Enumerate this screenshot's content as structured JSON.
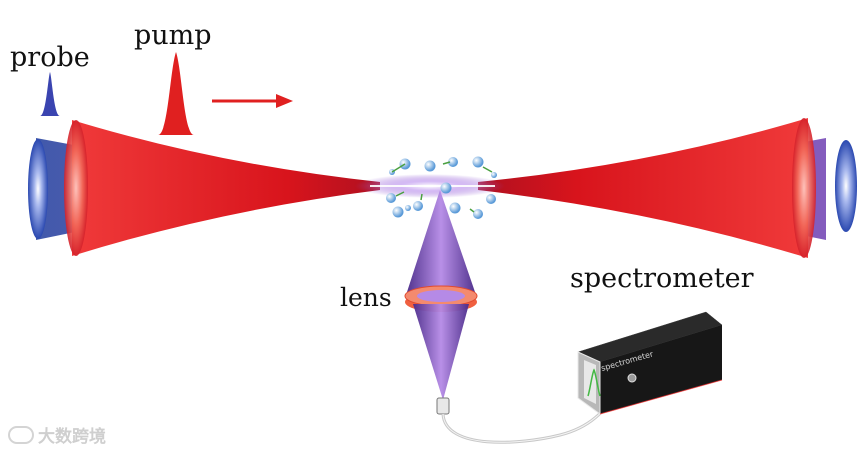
{
  "labels": {
    "probe": "probe",
    "pump": "pump",
    "lens": "lens",
    "spectrometer": "spectrometer"
  },
  "device": {
    "brand_text": "spectrometer"
  },
  "watermark": {
    "text": "大数跨境"
  },
  "colors": {
    "pump_beam": "#e8262a",
    "probe_beam": "#2f4fb0",
    "focus_glow": "#8a4fd0",
    "molecule": "#7fb8e6",
    "lens_ring": "#f06040",
    "arrow": "#e02020",
    "device_body": "#1a1a1a"
  }
}
